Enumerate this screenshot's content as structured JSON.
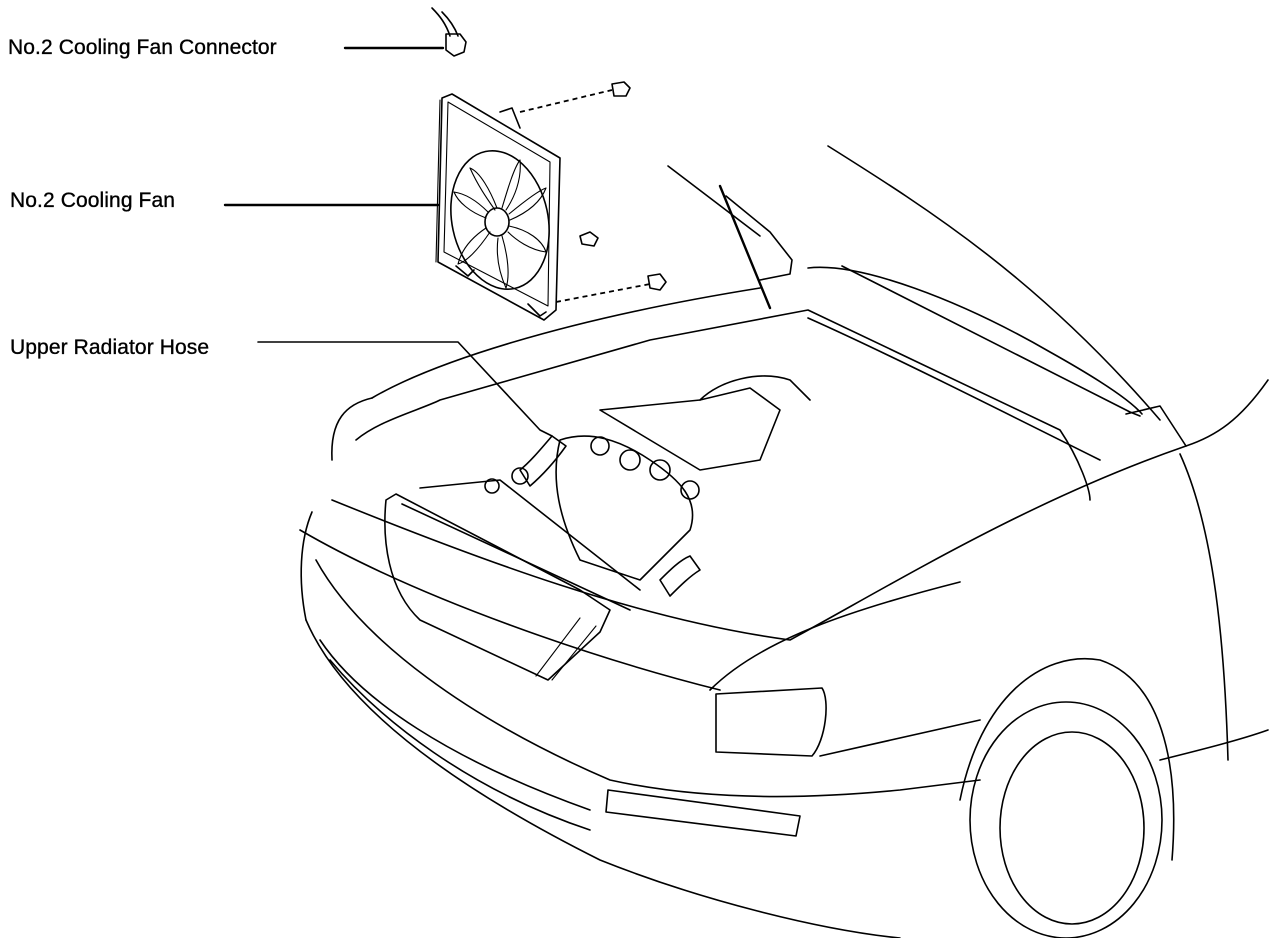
{
  "callouts": {
    "connector": "No.2 Cooling Fan Connector",
    "fan": "No.2 Cooling Fan",
    "hose": "Upper Radiator Hose"
  },
  "colors": {
    "ink": "#000000",
    "paper": "#ffffff"
  }
}
